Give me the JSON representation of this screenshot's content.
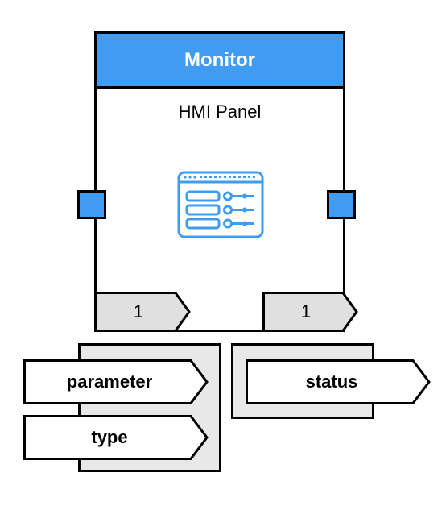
{
  "block": {
    "title": "Monitor",
    "subtitle": "HMI Panel",
    "icon": "hmi-panel-icon"
  },
  "counts": {
    "left": "1",
    "right": "1"
  },
  "inputs": [
    {
      "label": "parameter"
    },
    {
      "label": "type"
    }
  ],
  "outputs": [
    {
      "label": "status"
    }
  ],
  "colors": {
    "accent": "#3f9cf0",
    "panel": "#e8e8e8",
    "tab": "#e0e0e0",
    "stroke": "#000000",
    "header_text": "#ffffff"
  }
}
